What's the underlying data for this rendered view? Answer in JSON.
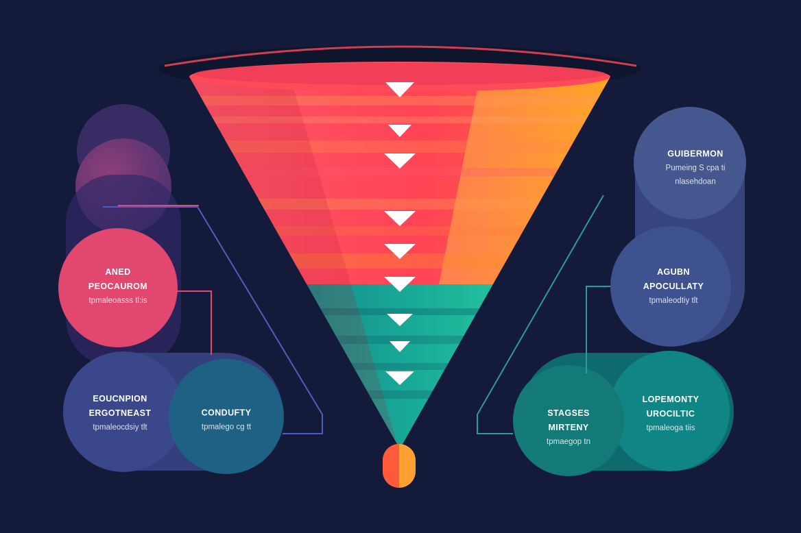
{
  "diagram": {
    "colors": {
      "background": "#141a3a",
      "funnel_top": "#ff4a5a",
      "funnel_mid": "#ff8a3c",
      "funnel_orange": "#ffb020",
      "funnel_teal": "#17a898",
      "funnel_green": "#2fd6a0",
      "circle_magenta": "#e2476f",
      "circle_blue": "#3b4f8f",
      "circle_indigo": "#3a478a",
      "circle_teal": "#1f6f85",
      "circle_teal_dark": "#0f7a7a",
      "connector_pink": "#e2476f",
      "connector_blue": "#4a5fbf",
      "connector_teal": "#2a9aa8"
    },
    "icons": [
      "down-arrow-icon"
    ],
    "stage_count": 8,
    "left": [
      {
        "title1": "ANED",
        "title2": "PEOCAUROM",
        "sub": "tpmaleoasss tl:is"
      },
      {
        "title1": "EOUCNPION",
        "title2": "ERGOTNEAST",
        "sub": "tpmaleocdsiy tlt"
      },
      {
        "title1": "CONDUFTY",
        "title2": "",
        "sub": "tpmalego cg tt"
      }
    ],
    "right": [
      {
        "title1": "GUIBERMON",
        "title2": "Pumeing S cpa ti",
        "sub": "nlasehdoan"
      },
      {
        "title1": "AGUBN",
        "title2": "APOCULLATY",
        "sub": "tpmaleodtiy tlt"
      },
      {
        "title1": "STAGSES",
        "title2": "MIRTENY",
        "sub": "tpmaegop tn"
      },
      {
        "title1": "LOPEMONTY",
        "title2": "UROCILTIC",
        "sub": "tpmaleoga tiis"
      }
    ]
  }
}
